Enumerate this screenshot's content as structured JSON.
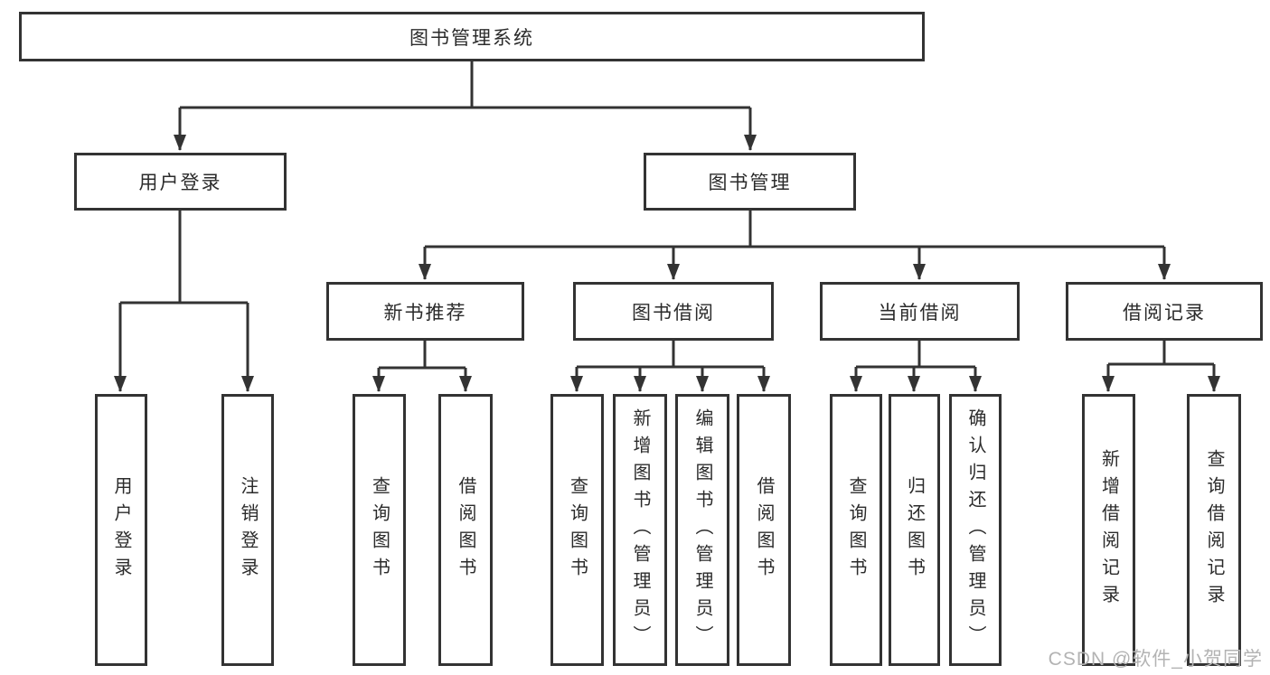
{
  "tree": {
    "root": {
      "label": "图书管理系统",
      "children": [
        {
          "label": "用户登录",
          "children": [
            {
              "label": "用户登录"
            },
            {
              "label": "注销登录"
            }
          ]
        },
        {
          "label": "图书管理",
          "children": [
            {
              "label": "新书推荐",
              "children": [
                {
                  "label": "查询图书"
                },
                {
                  "label": "借阅图书"
                }
              ]
            },
            {
              "label": "图书借阅",
              "children": [
                {
                  "label": "查询图书"
                },
                {
                  "label": "新增图书（管理员）"
                },
                {
                  "label": "编辑图书（管理员）"
                },
                {
                  "label": "借阅图书"
                }
              ]
            },
            {
              "label": "当前借阅",
              "children": [
                {
                  "label": "查询图书"
                },
                {
                  "label": "归还图书"
                },
                {
                  "label": "确认归还（管理员）"
                }
              ]
            },
            {
              "label": "借阅记录",
              "children": [
                {
                  "label": "新增借阅记录"
                },
                {
                  "label": "查询借阅记录"
                }
              ]
            }
          ]
        }
      ]
    }
  },
  "watermark": {
    "text": "CSDN @软件_小贺同学",
    "color": "#b3b3b3"
  },
  "colors": {
    "line": "#333333",
    "text": "#2b2b2b",
    "background": "#ffffff"
  }
}
